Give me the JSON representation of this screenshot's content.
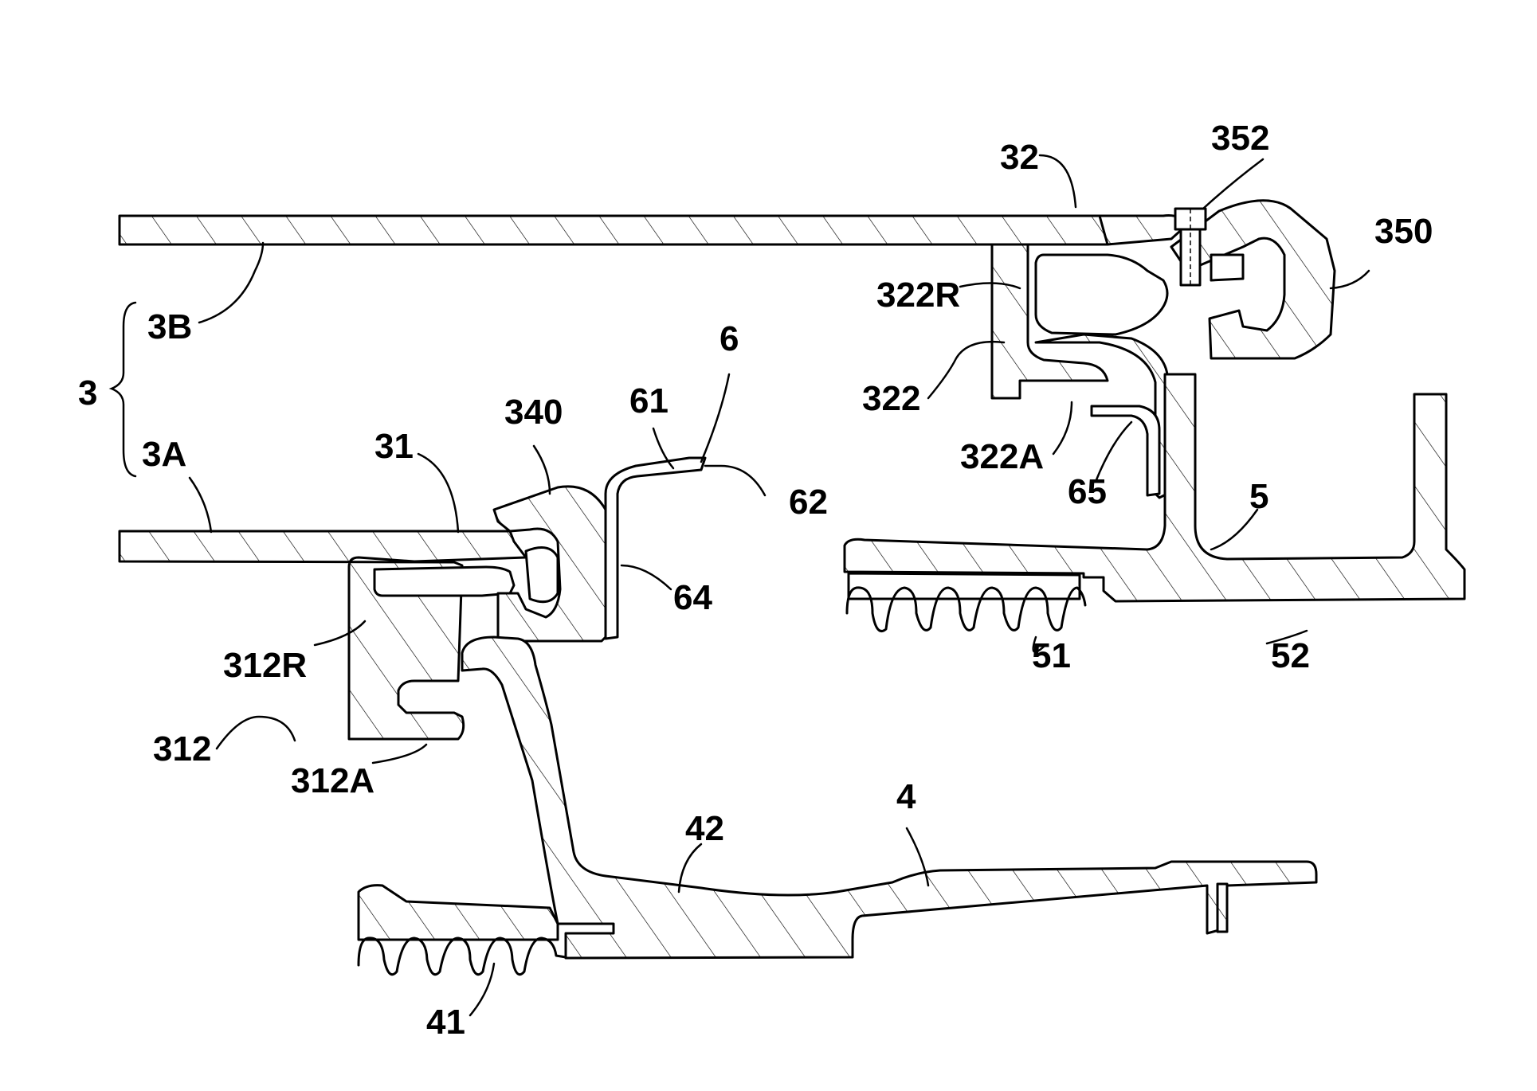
{
  "labels": {
    "r3": "3",
    "r3A": "3A",
    "r3B": "3B",
    "r31": "31",
    "r312": "312",
    "r312R": "312R",
    "r312A": "312A",
    "r32": "32",
    "r322": "322",
    "r322R": "322R",
    "r322A": "322A",
    "r340": "340",
    "r350": "350",
    "r352": "352",
    "r4": "4",
    "r41": "41",
    "r42": "42",
    "r5": "5",
    "r51": "51",
    "r52": "52",
    "r6": "6",
    "r61": "61",
    "r62": "62",
    "r64": "64",
    "r65": "65"
  }
}
